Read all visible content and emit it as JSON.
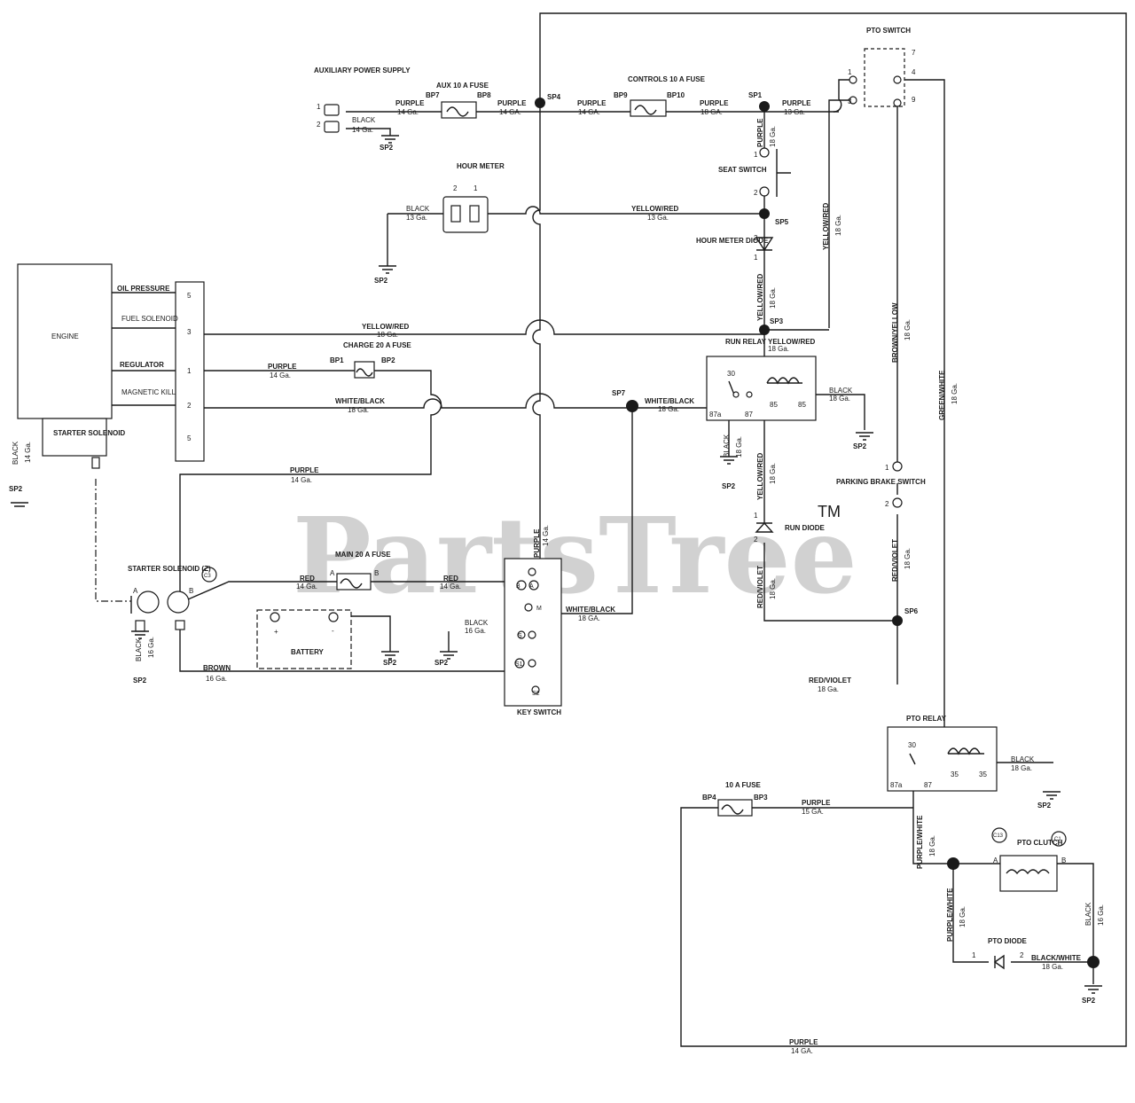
{
  "watermark": {
    "brand": "PartsTree",
    "tm": "TM"
  },
  "splices": {
    "sp1": "SP1",
    "sp2": "SP2",
    "sp3": "SP3",
    "sp4": "SP4",
    "sp5": "SP5",
    "sp6": "SP6",
    "sp7": "SP7"
  },
  "connectors": {
    "bp1": "BP1",
    "bp2": "BP2",
    "bp3": "BP3",
    "bp4": "BP4",
    "bp7": "BP7",
    "bp8": "BP8",
    "bp9": "BP9",
    "bp10": "BP10",
    "c1": "C1",
    "c3": "C3",
    "c13": "C13"
  },
  "components": {
    "aux_power": "AUXILIARY POWER SUPPLY",
    "aux_fuse": "AUX 10 A FUSE",
    "controls_fuse": "CONTROLS 10 A FUSE",
    "pto_switch": "PTO SWITCH",
    "hour_meter": "HOUR METER",
    "seat_switch": "SEAT SWITCH",
    "hour_meter_diode": "HOUR METER DIODE",
    "engine": "ENGINE",
    "oil_pressure": "OIL PRESSURE",
    "fuel_solenoid": "FUEL SOLENOID",
    "regulator": "REGULATOR",
    "magnetic_kill": "MAGNETIC KILL",
    "starter_solenoid_engine": "STARTER SOLENOID",
    "charge_fuse": "CHARGE 20 A FUSE",
    "run_relay": "RUN RELAY",
    "parking_brake": "PARKING BRAKE SWITCH",
    "run_diode": "RUN DIODE",
    "starter_solenoid": "STARTER SOLENOID (Z)",
    "main_fuse": "MAIN 20 A FUSE",
    "battery": "BATTERY",
    "key_switch": "KEY SWITCH",
    "pto_relay": "PTO RELAY",
    "fuse_10a": "10 A FUSE",
    "pto_clutch": "PTO CLUTCH",
    "pto_diode": "PTO DIODE"
  },
  "wires": {
    "purple": "PURPLE",
    "black": "BLACK",
    "red": "RED",
    "brown": "BROWN",
    "yellow_red": "YELLOW/RED",
    "white_black": "WHITE/BLACK",
    "brown_yellow": "BROWN/YELLOW",
    "green_white": "GREEN/WHITE",
    "red_violet": "RED/VIOLET",
    "purple_white": "PURPLE/WHITE",
    "black_white": "BLACK/WHITE"
  },
  "gauges": {
    "g13": "13 Ga.",
    "g14": "14 Ga.",
    "g16": "16 Ga.",
    "g18": "18 Ga.",
    "g14u": "14 GA.",
    "g15u": "15 GA.",
    "g18u": "18 GA.",
    "g16u": "16 GA."
  },
  "pins": {
    "p1": "1",
    "p2": "2",
    "p3": "3",
    "p4": "4",
    "p5": "5",
    "p7": "7",
    "p9": "9",
    "p30": "30",
    "p35": "35",
    "p85": "85",
    "p87": "87",
    "p87a": "87a",
    "a": "A",
    "b": "B",
    "m": "M",
    "s": "S",
    "s1": "S1",
    "s2": "S2",
    "plus": "+",
    "minus": "-"
  }
}
